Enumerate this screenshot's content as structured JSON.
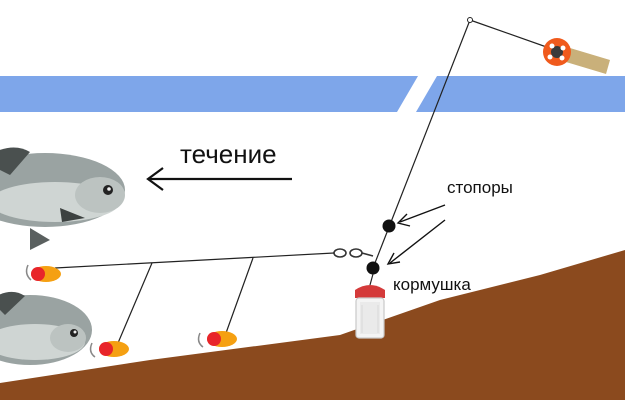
{
  "labels": {
    "current": "течение",
    "stoppers": "стопоры",
    "feeder": "кормушка"
  },
  "colors": {
    "water_surface": "#7ea6ea",
    "water": "#e8edf6",
    "bottom": "#8b4a1e",
    "line": "#222222",
    "stopper": "#111111",
    "feeder_cap": "#d43a3a",
    "lure_body": "#f5a012",
    "lure_tip": "#e8252a",
    "reel": "#f05a1c",
    "handle": "#c9b07a"
  },
  "icons": {
    "fish": "bream-fish-icon",
    "current_arrow": "arrow-left-icon",
    "feeder": "feeder-cage-icon",
    "lure": "jig-lure-icon",
    "rod": "winter-rod-icon"
  }
}
